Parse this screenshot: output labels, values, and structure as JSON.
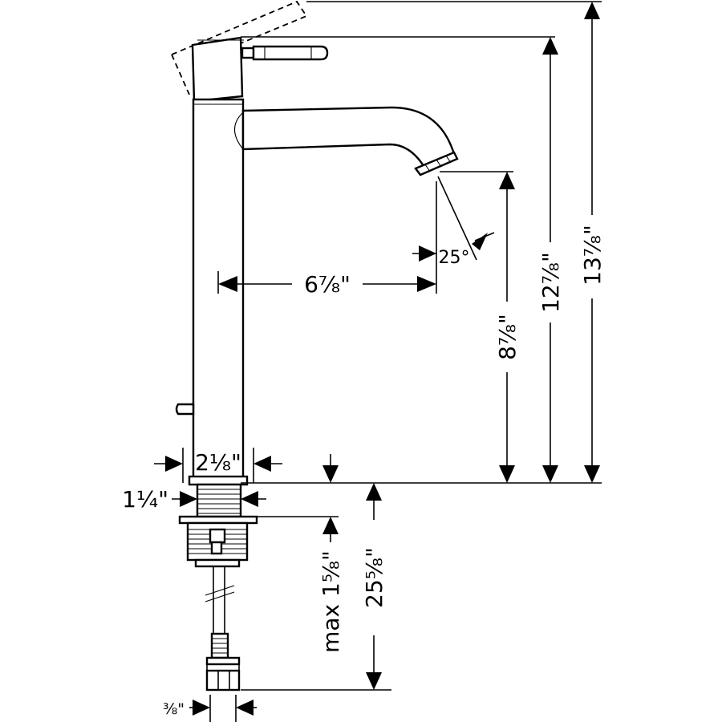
{
  "dimensions": {
    "total_height": "13⅞\"",
    "lever_height": "12⅞\"",
    "spout_height": "8⅞\"",
    "spout_reach": "6⅞\"",
    "spout_angle": "25°",
    "base_diameter": "2⅛\"",
    "shank_diameter": "1¼\"",
    "max_counter_thickness": "max 1⅝\"",
    "hose_length": "25⅝\"",
    "connection_size": "⅜\""
  }
}
